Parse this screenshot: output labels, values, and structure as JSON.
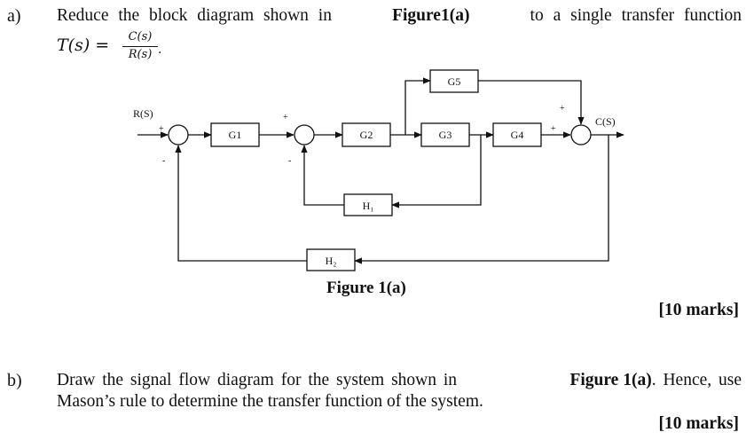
{
  "part_a": {
    "label": "a)",
    "line1_prefix": "Reduce the block diagram shown in",
    "line1_ref": "Figure1(a)",
    "line1_suffix": "to a single transfer function",
    "tf_lhs": "T(s) =",
    "tf_num": "C(s)",
    "tf_den": "R(s)",
    "tf_dot": "."
  },
  "diagram": {
    "input_label": "R(S)",
    "output_label": "C(S)",
    "blocks": {
      "g1": "G1",
      "g2": "G2",
      "g3": "G3",
      "g4": "G4",
      "g5": "G5",
      "h1": "H₁",
      "h2": "H₂"
    },
    "signs": {
      "s1_in": "+",
      "s1_fb": "-",
      "s2_in": "+",
      "s2_fb": "-",
      "s3_in": "+",
      "s3_top": "+"
    },
    "caption": "Figure 1(a)"
  },
  "marks_a": "[10 marks]",
  "part_b": {
    "label": "b)",
    "line1_prefix": "Draw the signal flow diagram for the system shown in",
    "line1_ref": "Figure 1(a)",
    "line1_suffix": ". Hence, use",
    "line2": "Mason’s rule to determine the transfer function of the system."
  },
  "marks_b": "[10 marks]"
}
